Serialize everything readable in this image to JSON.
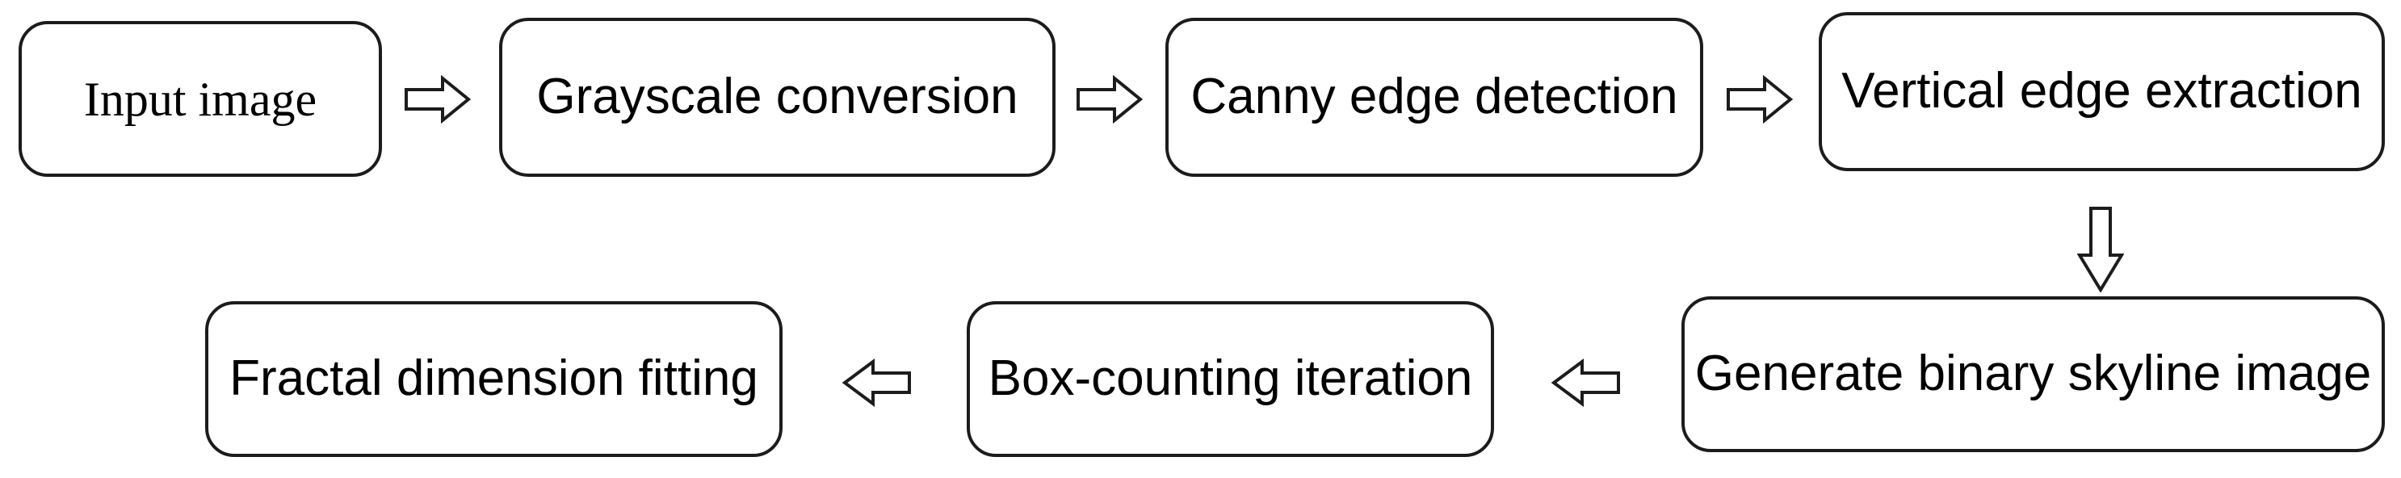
{
  "figure": {
    "type": "flowchart",
    "background_color": "#ffffff",
    "node_border_color": "#1c1c1c",
    "node_fill_color": "#ffffff",
    "text_color": "#000000"
  },
  "flowchart": {
    "nodes": [
      {
        "id": "input-image",
        "label": "Input image"
      },
      {
        "id": "grayscale-conversion",
        "label": "Grayscale conversion"
      },
      {
        "id": "canny-edge-detection",
        "label": "Canny edge detection"
      },
      {
        "id": "vertical-edge-extraction",
        "label": "Vertical edge extraction"
      },
      {
        "id": "generate-binary-skyline-image",
        "label": "Generate binary skyline image"
      },
      {
        "id": "box-counting-iteration",
        "label": "Box-counting iteration"
      },
      {
        "id": "fractal-dimension-fitting",
        "label": "Fractal dimension fitting"
      }
    ],
    "connections": [
      {
        "from": "input-image",
        "to": "grayscale-conversion",
        "direction": "right",
        "icon": "block-arrow-right-icon"
      },
      {
        "from": "grayscale-conversion",
        "to": "canny-edge-detection",
        "direction": "right",
        "icon": "block-arrow-right-icon"
      },
      {
        "from": "canny-edge-detection",
        "to": "vertical-edge-extraction",
        "direction": "right",
        "icon": "block-arrow-right-icon"
      },
      {
        "from": "vertical-edge-extraction",
        "to": "generate-binary-skyline-image",
        "direction": "down",
        "icon": "block-arrow-down-icon"
      },
      {
        "from": "generate-binary-skyline-image",
        "to": "box-counting-iteration",
        "direction": "left",
        "icon": "block-arrow-left-icon"
      },
      {
        "from": "box-counting-iteration",
        "to": "fractal-dimension-fitting",
        "direction": "left",
        "icon": "block-arrow-left-icon"
      }
    ]
  }
}
